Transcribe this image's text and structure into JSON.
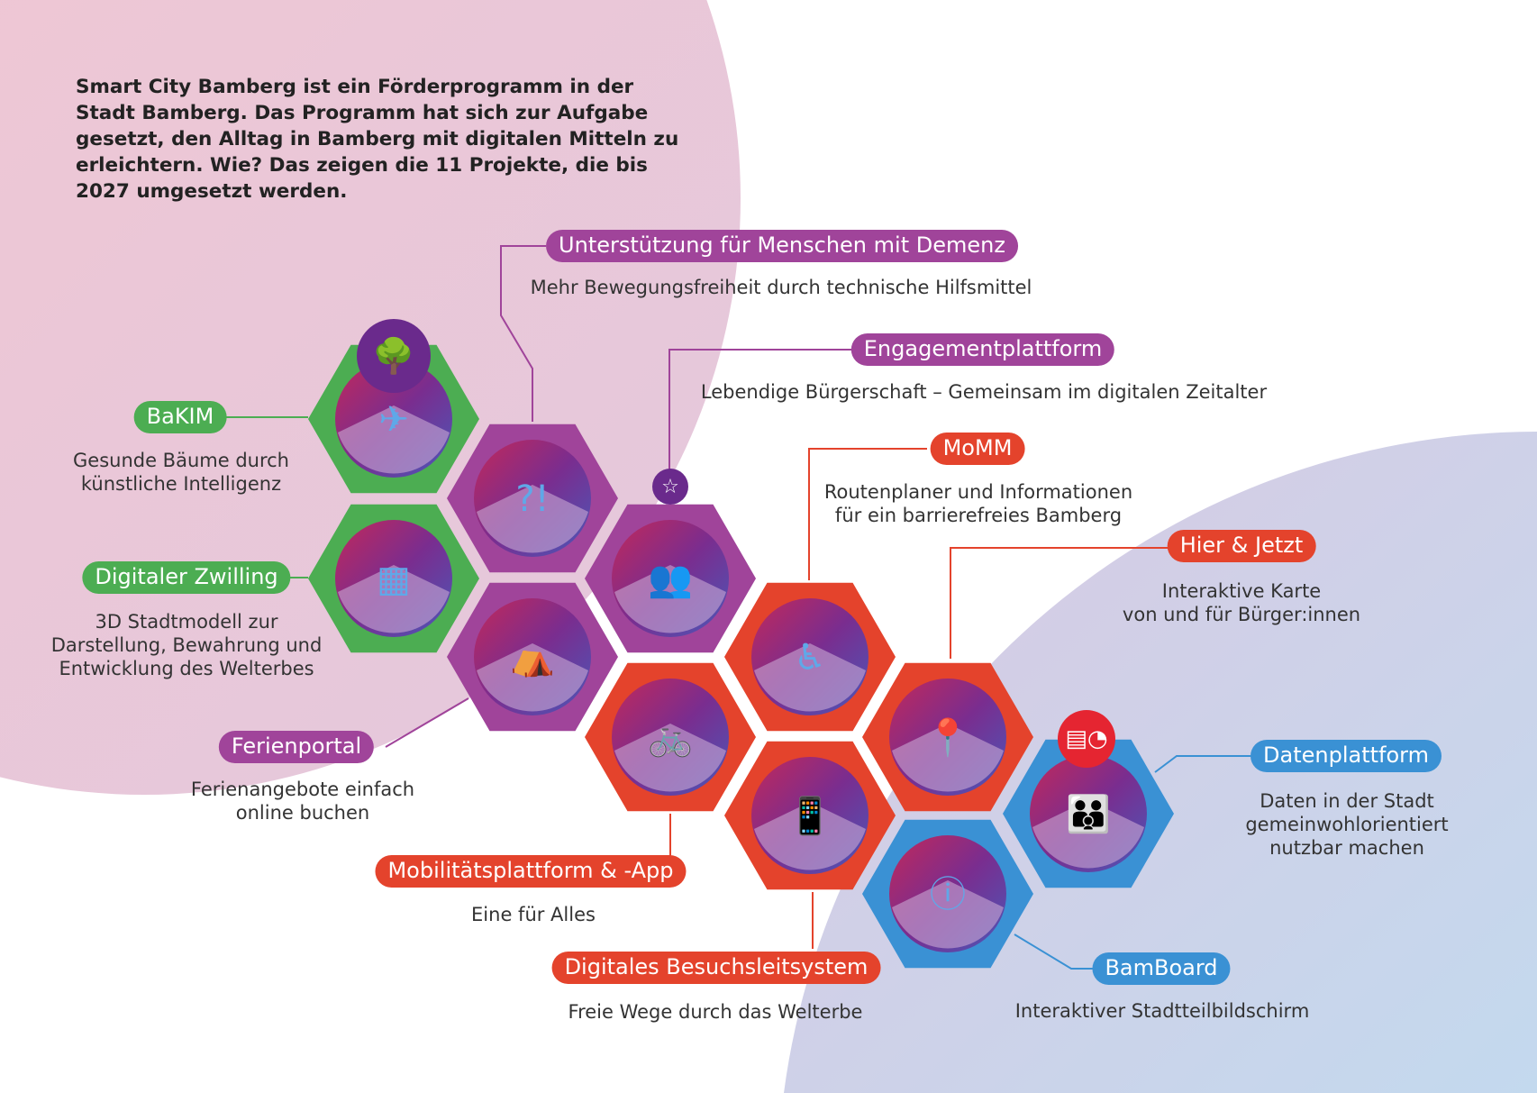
{
  "intro": "Smart City Bamberg ist ein Förderprogramm in der Stadt Bamberg. Das Programm hat sich zur Aufgabe gesetzt, den Alltag in Bamberg mit digitalen Mitteln zu erleichtern. Wie? Das zeigen die 11 Projekte, die bis 2027 umgesetzt werden.",
  "colors": {
    "green": "#4cad52",
    "purple": "#a0449a",
    "red": "#e4432c",
    "blue": "#3a91d4"
  },
  "projects": {
    "bakim": {
      "title": "BaKIM",
      "desc": [
        "Gesunde Bäume durch",
        "künstliche Intelligenz"
      ]
    },
    "zwilling": {
      "title": "Digitaler Zwilling",
      "desc": [
        "3D Stadtmodell zur",
        "Darstellung, Bewahrung und",
        "Entwicklung des Welterbes"
      ]
    },
    "demenz": {
      "title": "Unterstützung für Menschen mit Demenz",
      "desc": [
        "Mehr Bewegungsfreiheit durch technische Hilfsmittel"
      ]
    },
    "ferien": {
      "title": "Ferienportal",
      "desc": [
        "Ferienangebote einfach",
        "online buchen"
      ]
    },
    "engagement": {
      "title": "Engagementplattform",
      "desc": [
        "Lebendige Bürgerschaft – Gemeinsam im digitalen Zeitalter"
      ]
    },
    "mobil": {
      "title": "Mobilitätsplattform & -App",
      "desc": [
        "Eine für Alles"
      ]
    },
    "momm": {
      "title": "MoMM",
      "desc": [
        "Routenplaner und Informationen",
        "für ein barrierefreies Bamberg"
      ]
    },
    "besuch": {
      "title": "Digitales Besuchsleitsystem",
      "desc": [
        "Freie Wege durch das Welterbe"
      ]
    },
    "hier": {
      "title": "Hier & Jetzt",
      "desc": [
        "Interaktive Karte",
        "von und für Bürger:innen"
      ]
    },
    "bamboard": {
      "title": "BamBoard",
      "desc": [
        "Interaktiver Stadtteilbildschirm"
      ]
    },
    "daten": {
      "title": "Datenplattform",
      "desc": [
        "Daten in der Stadt",
        "gemeinwohlorientiert",
        "nutzbar machen"
      ]
    }
  }
}
